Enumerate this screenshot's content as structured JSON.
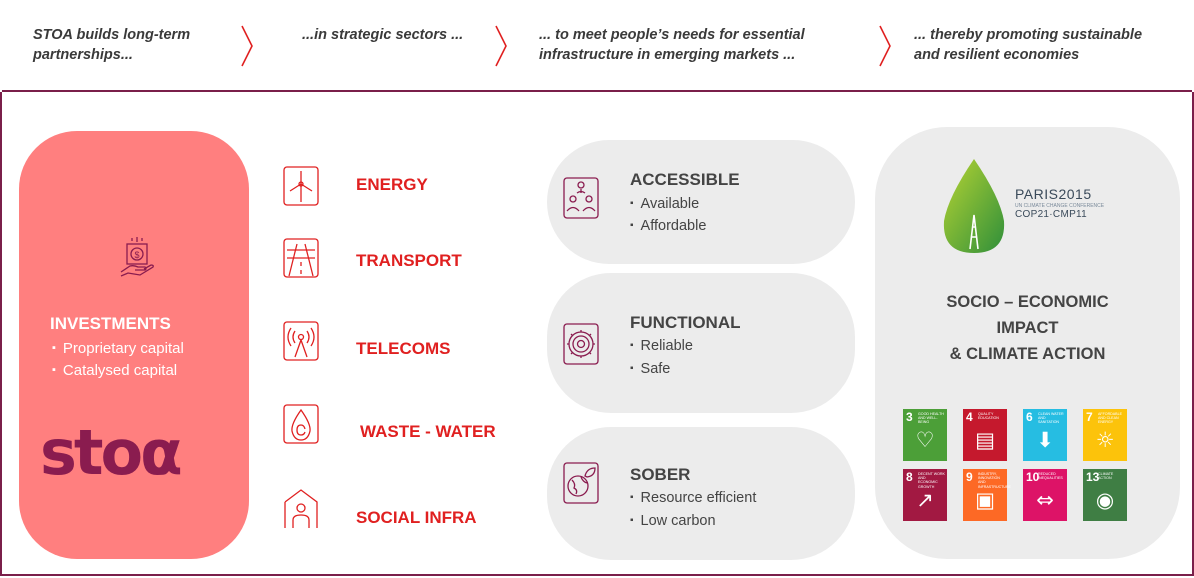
{
  "header": {
    "col1": [
      "STOA builds long-term",
      "partnerships..."
    ],
    "col2": [
      "...in strategic sectors ..."
    ],
    "col3": [
      "... to meet people’s needs for essential",
      "infrastructure in emerging markets ..."
    ],
    "col4": [
      "... thereby promoting sustainable",
      "and resilient economies"
    ]
  },
  "investments": {
    "title": "INVESTMENTS",
    "items": [
      "Proprietary capital",
      "Catalysed capital"
    ],
    "logo_text": "stoα",
    "icon": "hand-money-icon"
  },
  "sectors": [
    {
      "label": "ENERGY",
      "icon": "wind-turbine-icon"
    },
    {
      "label": "TRANSPORT",
      "icon": "road-icon"
    },
    {
      "label": "TELECOMS",
      "icon": "antenna-icon"
    },
    {
      "label": "WASTE - WATER",
      "icon": "water-drop-icon"
    },
    {
      "label": "SOCIAL INFRA",
      "icon": "person-building-icon"
    }
  ],
  "needs": [
    {
      "title": "ACCESSIBLE",
      "items": [
        "Available",
        "Affordable"
      ],
      "icon": "people-network-icon"
    },
    {
      "title": "FUNCTIONAL",
      "items": [
        "Reliable",
        "Safe"
      ],
      "icon": "gear-icon"
    },
    {
      "title": "SOBER",
      "items": [
        "Resource efficient",
        "Low carbon"
      ],
      "icon": "globe-leaf-icon"
    }
  ],
  "impact": {
    "paris_title": "PARIS2015",
    "paris_sub": "UN CLIMATE CHANGE CONFERENCE",
    "paris_cop": "COP21·CMP11",
    "lines": [
      "SOCIO – ECONOMIC",
      "IMPACT",
      "& CLIMATE ACTION"
    ],
    "sdgs": [
      {
        "num": "3",
        "caption": "GOOD HEALTH AND WELL-BEING",
        "color": "#4c9f38",
        "glyph": "♡"
      },
      {
        "num": "4",
        "caption": "QUALITY EDUCATION",
        "color": "#c5192d",
        "glyph": "▤"
      },
      {
        "num": "6",
        "caption": "CLEAN WATER AND SANITATION",
        "color": "#26bde2",
        "glyph": "⬇"
      },
      {
        "num": "7",
        "caption": "AFFORDABLE AND CLEAN ENERGY",
        "color": "#fcc30b",
        "glyph": "☼"
      },
      {
        "num": "8",
        "caption": "DECENT WORK AND ECONOMIC GROWTH",
        "color": "#a21942",
        "glyph": "↗"
      },
      {
        "num": "9",
        "caption": "INDUSTRY, INNOVATION AND INFRASTRUCTURE",
        "color": "#fd6925",
        "glyph": "▣"
      },
      {
        "num": "10",
        "caption": "REDUCED INEQUALITIES",
        "color": "#dd1367",
        "glyph": "⇔"
      },
      {
        "num": "13",
        "caption": "CLIMATE ACTION",
        "color": "#3f7e44",
        "glyph": "◉"
      }
    ]
  },
  "colors": {
    "accent_red": "#e02020",
    "investment_bg": "#ff7f7f",
    "stoa_purple": "#8a1c4f",
    "frame": "#7a1f4a",
    "pill_bg": "#ececec"
  }
}
